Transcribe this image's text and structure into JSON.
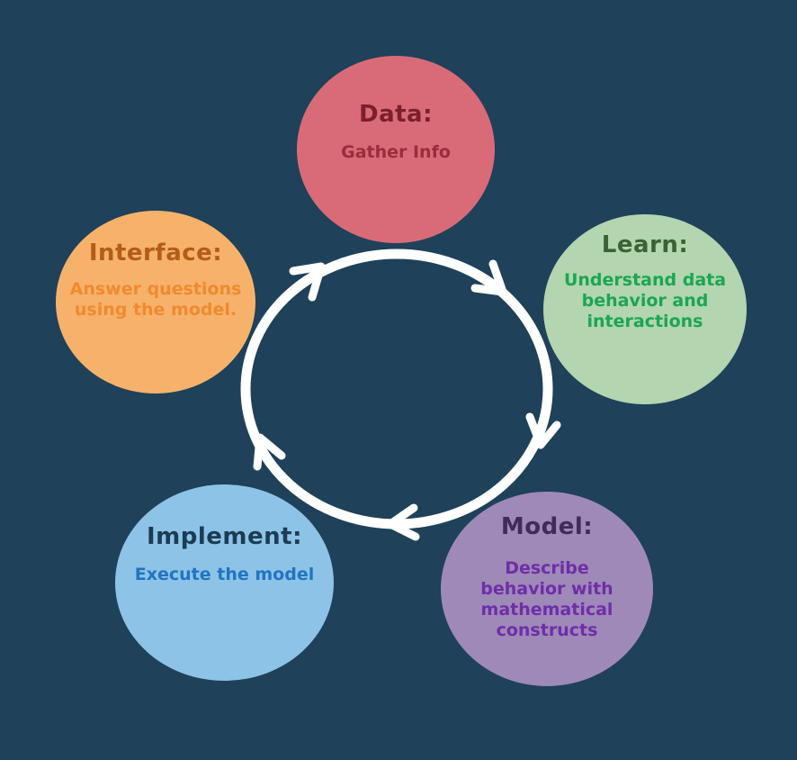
{
  "nodes": {
    "data": {
      "title": "Data:",
      "desc": "Gather Info"
    },
    "learn": {
      "title": "Learn:",
      "desc": "Understand data\nbehavior and\ninteractions"
    },
    "model": {
      "title": "Model:",
      "desc": "Describe\nbehavior with\nmathematical\nconstructs"
    },
    "implement": {
      "title": "Implement:",
      "desc": "Execute the model"
    },
    "interface": {
      "title": "Interface:",
      "desc": "Answer questions\nusing the model."
    }
  },
  "colors": {
    "background": "#1f4159",
    "cycle": "#ffffff",
    "data_fill": "#d96b78",
    "data_title": "#7a1f2b",
    "data_desc": "#9b2c3b",
    "learn_fill": "#b3d5af",
    "learn_title": "#3b6234",
    "learn_desc": "#1aa655",
    "model_fill": "#9e89b9",
    "model_title": "#3e2d57",
    "model_desc": "#6f2ea8",
    "implement_fill": "#8dc3e7",
    "implement_title": "#1b3c54",
    "implement_desc": "#1f75c2",
    "interface_fill": "#f6b26b",
    "interface_title": "#b35d17",
    "interface_desc": "#f08a2e"
  }
}
